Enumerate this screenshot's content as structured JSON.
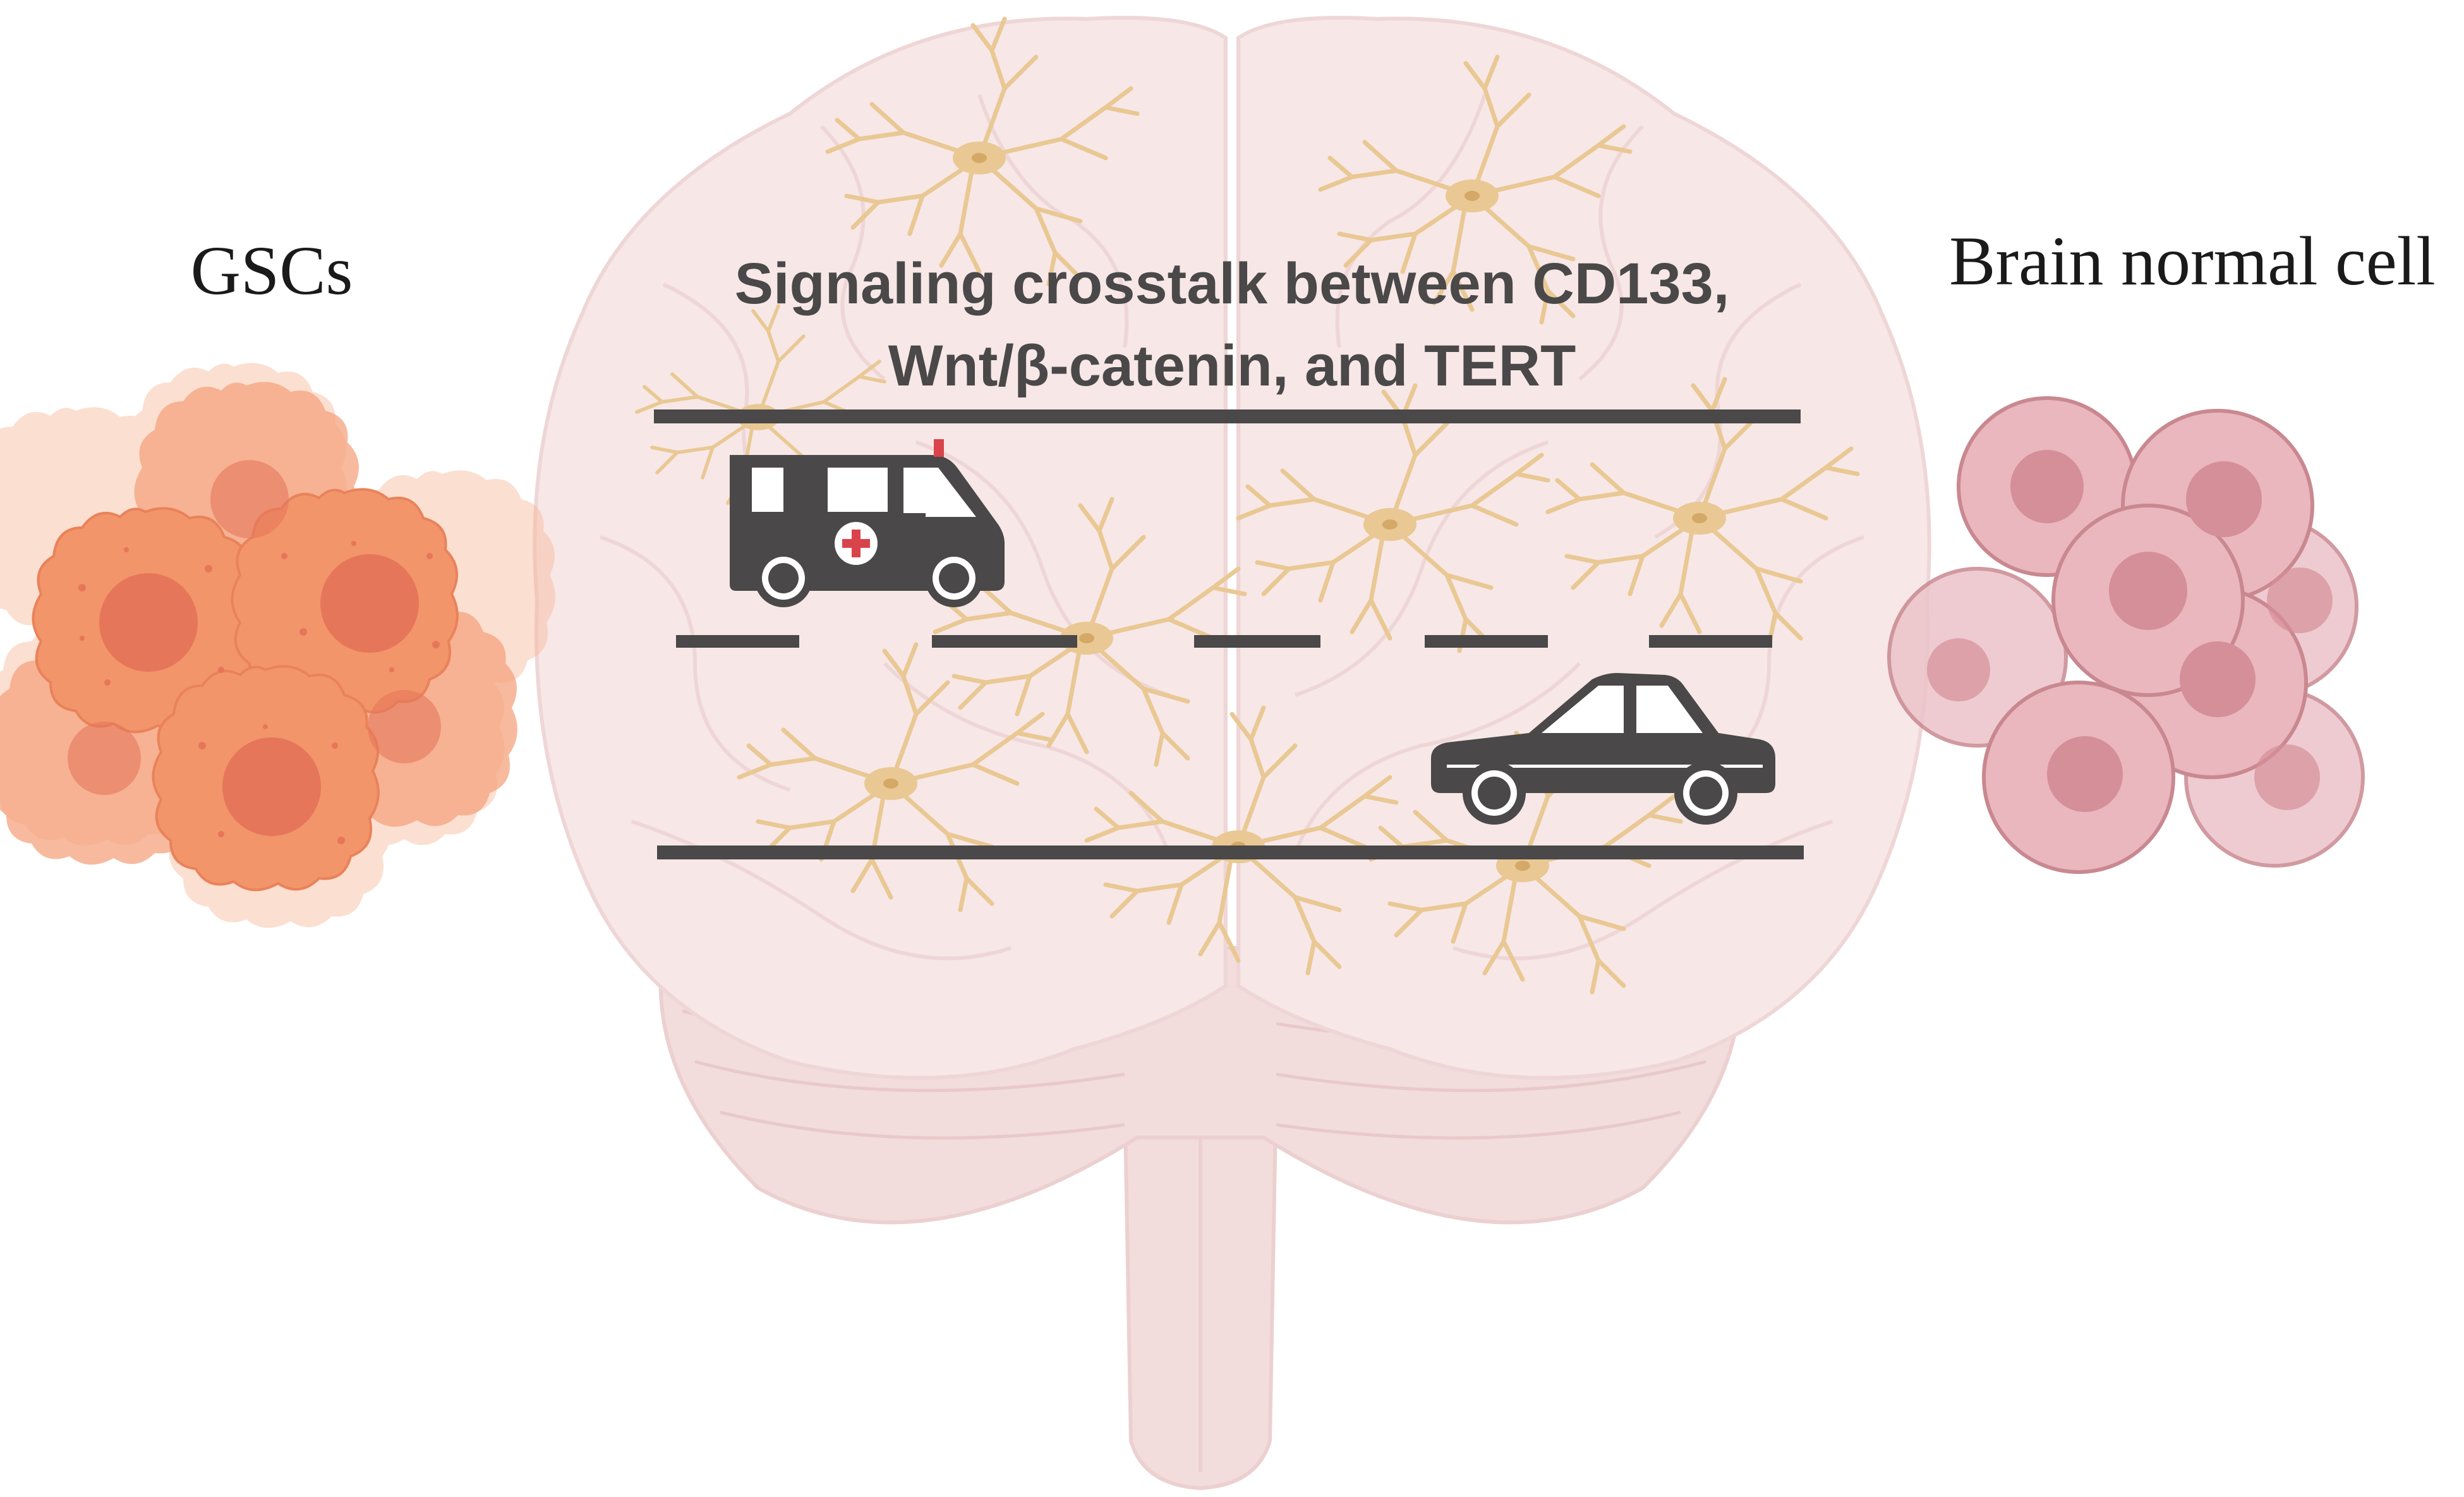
{
  "labels": {
    "left_group": "GSCs",
    "right_group": "Brain normal cell"
  },
  "title": {
    "line1": "Signaling crosstalk between CD133,",
    "line2": "Wnt/β-catenin, and TERT"
  },
  "icons": {
    "left_cells": "cancer-stem-cell-cluster-icon",
    "right_cells": "normal-cell-cluster-icon",
    "background": "brain-icon",
    "vehicle_top": "ambulance-icon",
    "vehicle_bottom": "car-icon",
    "neurons": "neuron-icon"
  },
  "colors": {
    "gsc_fill": "#f2956a",
    "gsc_nucleus": "#e6765a",
    "normal_fill": "#e9b7bd",
    "normal_nucleus": "#d58f98",
    "brain": "#f7e7e7",
    "neuron": "#e9c893",
    "road": "#4a4848",
    "vehicle": "#4a4848",
    "red_cross": "#d9434a"
  }
}
